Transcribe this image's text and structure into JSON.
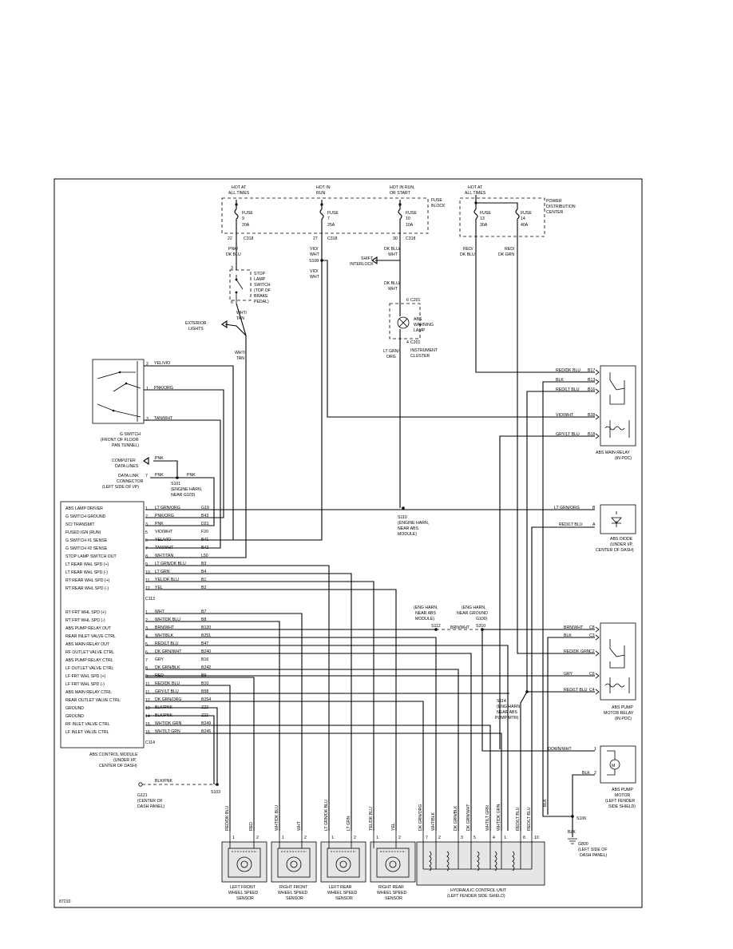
{
  "hot_labels": [
    {
      "line1": "HOT AT",
      "line2": "ALL TIMES"
    },
    {
      "line1": "HOT IN",
      "line2": "RUN"
    },
    {
      "line1": "HOT IN RUN,",
      "line2": "OR START"
    },
    {
      "line1": "HOT AT",
      "line2": "ALL TIMES"
    }
  ],
  "fuse_block_label": [
    "FUSE",
    "BLOCK"
  ],
  "pdc_label": [
    "POWER",
    "DISTRIBUTION",
    "CENTER"
  ],
  "fuses": [
    {
      "label": "FUSE",
      "num": "9",
      "amp": "20A",
      "pin": "22",
      "conn": "C318",
      "wire": [
        "PNK/",
        "DK BLU"
      ]
    },
    {
      "label": "FUSE",
      "num": "7",
      "amp": "25A",
      "pin": "27",
      "conn": "C318",
      "wire": [
        "VIO/",
        "WHT"
      ]
    },
    {
      "label": "FUSE",
      "num": "10",
      "amp": "10A",
      "pin": "30",
      "conn": "C318",
      "wire": [
        "DK BLU/",
        "WHT"
      ]
    },
    {
      "label": "FUSE",
      "num": "13",
      "amp": "30A",
      "wire": [
        "RED/",
        "DK BLU"
      ]
    },
    {
      "label": "FUSE",
      "num": "14",
      "amp": "40A",
      "wire": [
        "RED/",
        "DK GRN"
      ]
    }
  ],
  "stop_lamp": {
    "label": [
      "STOP",
      "LAMP",
      "SWITCH",
      "(TOP OF",
      "BRAKE",
      "PEDAL)"
    ],
    "pin_top": "3",
    "pin_bottom": "6",
    "wire_out": [
      "WHT/",
      "TAN"
    ],
    "wire_down": [
      "WHT/",
      "TAN"
    ]
  },
  "exterior_lights": [
    "EXTERIOR",
    "LIGHTS"
  ],
  "splice_s108": "S108",
  "vio_wht_drop": [
    "VIO/",
    "WHT"
  ],
  "shift_interlock": [
    "SHIFT",
    "INTERLOCK"
  ],
  "warning_lamp": {
    "wire_in": [
      "DK BLU/",
      "WHT"
    ],
    "pin_top": "6",
    "conn_top": "C201",
    "label": [
      "ABS",
      "WARNING",
      "LAMP"
    ],
    "pin_bottom": "4",
    "conn_bottom": "C201",
    "cluster": [
      "INSTRUMENT",
      "CLUSTER"
    ],
    "wire_out": [
      "LT GRN/",
      "ORG"
    ]
  },
  "g_switch": {
    "pins": [
      {
        "n": "2",
        "wire": "YEL/VIO"
      },
      {
        "n": "1",
        "wire": "PNK/ORG"
      },
      {
        "n": "3",
        "wire": "TAN/WHT"
      }
    ],
    "label": [
      "G SWITCH",
      "(FRONT OF FLOOR",
      "PAN TUNNEL)"
    ]
  },
  "computer_data_lines": [
    "COMPUTER",
    "DATA LINES"
  ],
  "dlc": {
    "label": [
      "DATA LINK",
      "CONNECTOR",
      "(LEFT SIDE OF I/P)"
    ],
    "pin": "7",
    "wire": "PNK",
    "wire2": "PNK",
    "wire3": "PNK",
    "splice": "S101",
    "splice_loc": [
      "(ENGINE HARN,",
      "NEAR G103)"
    ]
  },
  "module": {
    "label": [
      "ABS CONTROL MODULE",
      "(UNDER I/P,",
      "CENTER OF DASH)"
    ],
    "conn1": "C113",
    "conn2": "C114",
    "pins1": [
      {
        "name": "ABS LAMP DRIVER",
        "n": "1",
        "wire": "LT GRN/ORG",
        "circuit": "G19"
      },
      {
        "name": "G SWITCH GROUND",
        "n": "2",
        "wire": "PNK/ORG",
        "circuit": "B43"
      },
      {
        "name": "SCI TRANSMIT",
        "n": "3",
        "wire": "PNK",
        "circuit": "D21"
      },
      {
        "name": "FUSED IGN (RUN)",
        "n": "5",
        "wire": "VIO/WHT",
        "circuit": "F20"
      },
      {
        "name": "G SWITCH #1 SENSE",
        "n": "6",
        "wire": "YEL/VIO",
        "circuit": "B41"
      },
      {
        "name": "G SWITCH #2 SENSE",
        "n": "7",
        "wire": "TAN/WHT",
        "circuit": "B42"
      },
      {
        "name": "STOP LAMP SWITCH OUT",
        "n": "8",
        "wire": "WHT/TAN",
        "circuit": "L50"
      },
      {
        "name": "LT REAR WHL SPD (+)",
        "n": "9",
        "wire": "LT GRN/DK BLU",
        "circuit": "B3"
      },
      {
        "name": "LT REAR WHL SPD (-)",
        "n": "10",
        "wire": "LT GRN",
        "circuit": "B4"
      },
      {
        "name": "RT REAR WHL SPD (+)",
        "n": "11",
        "wire": "YEL/DK BLU",
        "circuit": "B1"
      },
      {
        "name": "RT REAR WHL SPD (-)",
        "n": "12",
        "wire": "YEL",
        "circuit": "B2"
      }
    ],
    "pins2": [
      {
        "name": "RT FRT WHL SPD (+)",
        "n": "1",
        "wire": "WHT",
        "circuit": "B7"
      },
      {
        "name": "RT FRT WHL SPD (-)",
        "n": "2",
        "wire": "WHT/DK BLU",
        "circuit": "B8"
      },
      {
        "name": "ABS PUMP RELAY OUT",
        "n": "3",
        "wire": "BRN/WHT",
        "circuit": "B120"
      },
      {
        "name": "REAR INLET VALVE CTRL",
        "n": "4",
        "wire": "WHT/BLK",
        "circuit": "B251"
      },
      {
        "name": "ABS MAIN RELAY OUT",
        "n": "5",
        "wire": "RED/LT BLU",
        "circuit": "B47"
      },
      {
        "name": "RF OUTLET VALVE CTRL",
        "n": "6",
        "wire": "DK GRN/WHT",
        "circuit": "B240"
      },
      {
        "name": "ABS PUMP RELAY CTRL",
        "n": "7",
        "wire": "GRY",
        "circuit": "B16"
      },
      {
        "name": "LF OUTLET VALVE CTRL",
        "n": "8",
        "wire": "DK GRN/BLK",
        "circuit": "B242"
      },
      {
        "name": "LF FRT WHL SPD (+)",
        "n": "9",
        "wire": "RED",
        "circuit": "B9"
      },
      {
        "name": "LF FRT WHL SPD (-)",
        "n": "11",
        "wire": "RED/DK BLU",
        "circuit": "B10"
      },
      {
        "name": "ABS MAIN RELAY CTRL",
        "n": "11",
        "wire": "GRY/LT BLU",
        "circuit": "B58"
      },
      {
        "name": "REAR OUTLET VALVE CTRL",
        "n": "12",
        "wire": "DK GRN/ORG",
        "circuit": "B254"
      },
      {
        "name": "GROUND",
        "n": "13",
        "wire": "BLK/PNK",
        "circuit": "Z22"
      },
      {
        "name": "GROUND",
        "n": "14",
        "wire": "BLK/PNK",
        "circuit": "Z22"
      },
      {
        "name": "RF INLET VALVE CTRL",
        "n": "15",
        "wire": "WHT/DK GRN",
        "circuit": "B249"
      },
      {
        "name": "LF INLET VALVE CTRL",
        "n": "16",
        "wire": "WHT/LT GRN",
        "circuit": "B245"
      }
    ]
  },
  "s110": {
    "label": "S110",
    "loc": [
      "(ENGINE HARN,",
      "NEAR ABS",
      "MODULE)"
    ]
  },
  "s112": {
    "label": "S112",
    "loc": [
      "(ENG HARN,",
      "NEAR ABS",
      "MODULE)"
    ]
  },
  "s310": {
    "label": "S310",
    "loc": [
      "(ENG HARN,",
      "NEAR GROUND",
      "G100)"
    ],
    "wire": "BRN/WHT"
  },
  "s114": {
    "label": "S114",
    "loc": [
      "(ENG HARN,",
      "NEAR ABS",
      "PUMP MTR)"
    ]
  },
  "s103": "S103",
  "g121": {
    "label": "G121",
    "loc": [
      "(CENTER OF",
      "DASH PANEL)"
    ],
    "wire": "BLK/PNK"
  },
  "main_relay": {
    "label": [
      "ABS MAIN RELAY",
      "(IN PDC)"
    ],
    "pins": [
      {
        "wire": "RED/DK BLU",
        "pin": "B17"
      },
      {
        "wire": "BLK",
        "pin": "B13"
      },
      {
        "wire": "RED/LT BLU",
        "pin": "B16"
      },
      {
        "wire": "VIO/WHT",
        "pin": "B28"
      },
      {
        "wire": "GRY/LT BLU",
        "pin": "B18"
      }
    ]
  },
  "abs_diode": {
    "label": [
      "ABS DIODE",
      "(UNDER I/P,",
      "CENTER OF DASH)"
    ],
    "pins": [
      {
        "wire": "LT GRN/ORG",
        "pin": "B"
      },
      {
        "wire": "RED/LT BLU",
        "pin": "A"
      }
    ]
  },
  "pump_relay": {
    "label": [
      "ABS PUMP",
      "MOTOR RELAY",
      "(IN PDC)"
    ],
    "pins": [
      {
        "wire": "BRN/WHT",
        "pin": "C8"
      },
      {
        "wire": "BLK",
        "pin": "C3"
      },
      {
        "wire": "RED/DK GRN",
        "pin": "C2"
      },
      {
        "wire": "GRY",
        "pin": "C6"
      },
      {
        "wire": "RED/LT BLU",
        "pin": "C4"
      }
    ]
  },
  "pump_motor": {
    "label": [
      "ABS PUMP",
      "MOTOR",
      "(LEFT FENDER",
      "SIDE SHIELD)"
    ],
    "pins": [
      {
        "wire": "DOWN/WHT",
        "pin": "1"
      },
      {
        "wire": "BLK",
        "pin": "2"
      }
    ]
  },
  "s106": "S106",
  "g800": {
    "label": "G800",
    "loc": [
      "(LEFT SIDE OF",
      "DASH PANEL)"
    ],
    "wire": "BLK"
  },
  "sensors": [
    {
      "name": [
        "LEFT FRONT",
        "WHEEL SPEED",
        "SENSOR"
      ],
      "wires": [
        "RED/DK BLU",
        "RED"
      ],
      "pins": [
        "1",
        "2"
      ]
    },
    {
      "name": [
        "RIGHT FRONT",
        "WHEEL SPEED",
        "SENSOR"
      ],
      "wires": [
        "WHT/DK BLU",
        "WHT"
      ],
      "pins": [
        "1",
        "2"
      ]
    },
    {
      "name": [
        "LEFT REAR",
        "WHEEL SPEED",
        "SENSOR"
      ],
      "wires": [
        "LT GRN/DK BLU",
        "LT GRN"
      ],
      "pins": [
        "1",
        "2"
      ]
    },
    {
      "name": [
        "RIGHT REAR",
        "WHEEL SPEED",
        "SENSOR"
      ],
      "wires": [
        "YEL/DK BLU",
        "YEL"
      ],
      "pins": [
        "1",
        "2"
      ]
    }
  ],
  "hcu": {
    "label": [
      "HYDRAULIC CONTROL UNIT",
      "(LEFT FENDER SIDE SHIELD)"
    ],
    "wires": [
      "DK GRN/ORG",
      "WHT/BLK",
      "DK GRN/BLK",
      "DK GRN/WHT",
      "WHT/LT GRN",
      "WHT/DK GRN",
      "RED/LT BLU",
      "RED/LT BLU"
    ],
    "pins": [
      "7",
      "2",
      "3",
      "5",
      "4",
      "1",
      "8",
      "10"
    ]
  },
  "hcu_blk": "BLK",
  "figure_id": "87210"
}
